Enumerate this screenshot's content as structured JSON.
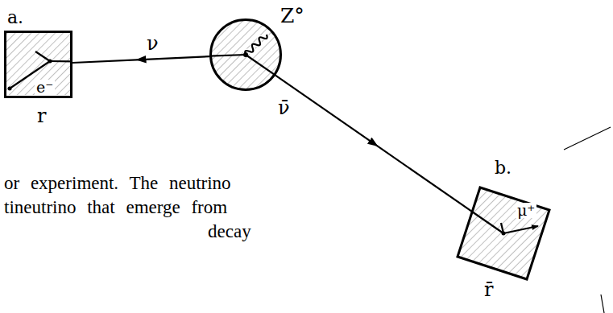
{
  "diagram": {
    "nodes": [
      {
        "text": [
          "a.",
          "e⁻"
        ]
      },
      {
        "text": [
          "Z°"
        ]
      },
      {
        "text": [
          "b.",
          "μ⁺"
        ]
      }
    ],
    "edges": [
      {
        "from": 1,
        "to": 0,
        "label": "ν",
        "arrow": "to"
      },
      {
        "from": 1,
        "to": 2,
        "label": "ν̄",
        "arrow": "to"
      }
    ],
    "labels": [
      "r",
      "r̄",
      "or experiment. The neutrino",
      "tineutrino that emerge from",
      "decay"
    ]
  }
}
